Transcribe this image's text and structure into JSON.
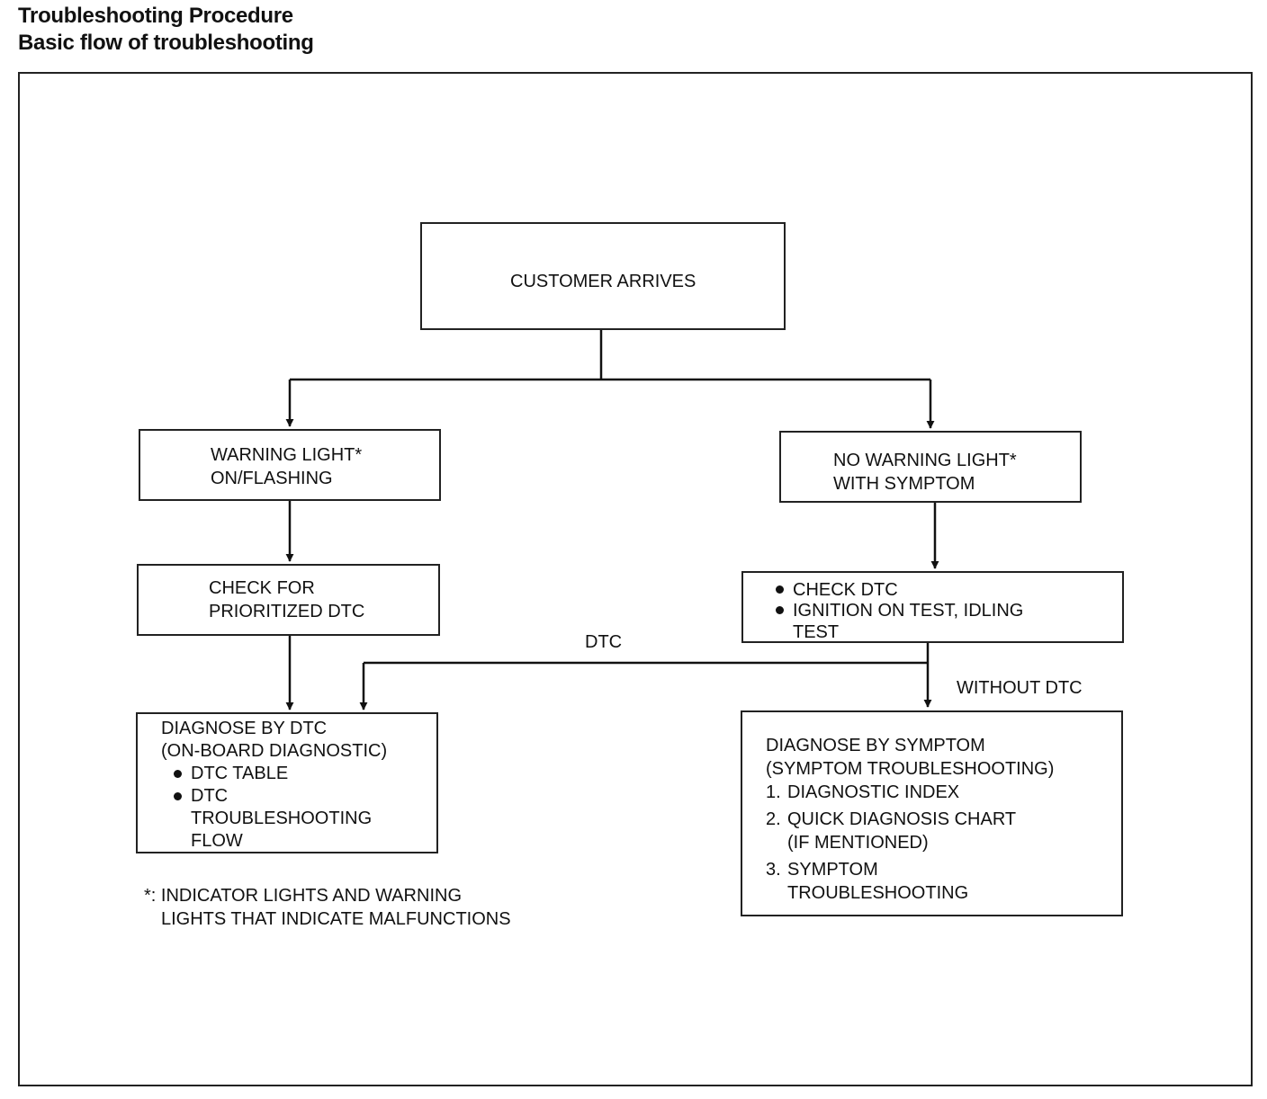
{
  "header": {
    "title": "Troubleshooting Procedure",
    "subtitle": "Basic flow of troubleshooting"
  },
  "nodes": {
    "customer_arrives": "CUSTOMER ARRIVES",
    "warning_light": {
      "line1": "WARNING LIGHT*",
      "line2": "ON/FLASHING"
    },
    "no_warning_light": {
      "line1": "NO WARNING LIGHT*",
      "line2": "WITH SYMPTOM"
    },
    "check_prioritized": {
      "line1": "CHECK FOR",
      "line2": "PRIORITIZED DTC"
    },
    "check_dtc": {
      "bullet1": "CHECK DTC",
      "bullet2": "IGNITION ON TEST, IDLING",
      "bullet2_cont": "TEST"
    },
    "diagnose_dtc": {
      "line1": "DIAGNOSE BY DTC",
      "line2": "(ON-BOARD DIAGNOSTIC)",
      "bullet1": "DTC TABLE",
      "bullet2": "DTC",
      "bullet2_cont1": "TROUBLESHOOTING",
      "bullet2_cont2": "FLOW"
    },
    "diagnose_symptom": {
      "line1": "DIAGNOSE BY SYMPTOM",
      "line2": "(SYMPTOM TROUBLESHOOTING)",
      "item1_num": "1.",
      "item1": "DIAGNOSTIC INDEX",
      "item2_num": "2.",
      "item2": "QUICK DIAGNOSIS CHART",
      "item2_cont": "(IF MENTIONED)",
      "item3_num": "3.",
      "item3": "SYMPTOM",
      "item3_cont": "TROUBLESHOOTING"
    }
  },
  "edge_labels": {
    "dtc": "DTC",
    "without_dtc": "WITHOUT DTC"
  },
  "footnote": {
    "line1": "*: INDICATOR LIGHTS AND WARNING",
    "line2": "LIGHTS THAT INDICATE MALFUNCTIONS"
  }
}
